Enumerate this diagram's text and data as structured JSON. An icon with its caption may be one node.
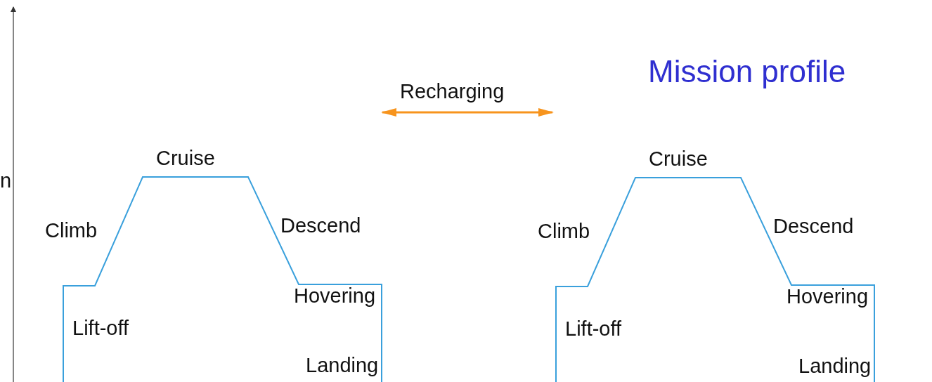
{
  "diagram": {
    "title": "Mission profile",
    "labels": [
      "Recharging",
      "Cruise",
      "Cruise",
      "n",
      "Climb",
      "Descend",
      "Climb",
      "Descend",
      "Hovering",
      "Hovering",
      "Lift-off",
      "Lift-off",
      "Landing",
      "Landing"
    ]
  }
}
